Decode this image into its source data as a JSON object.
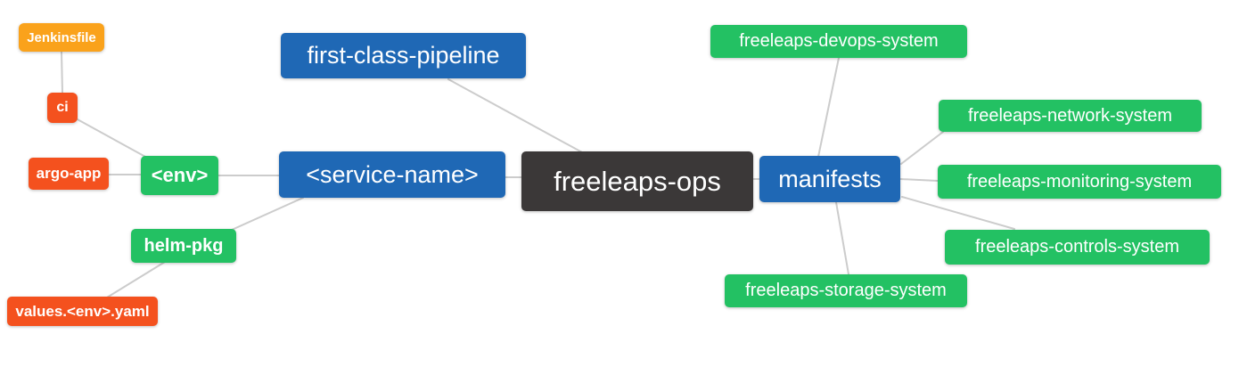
{
  "diagram": {
    "type": "mindmap",
    "root_label": "freeleaps-ops",
    "colors": {
      "root": "#3B3838",
      "branch_blue": "#1F68B5",
      "green": "#23C163",
      "red": "#F4511E",
      "orange": "#FAA21B",
      "edge": "#cccccc",
      "text": "#ffffff",
      "background": "#ffffff"
    },
    "nodes": [
      {
        "id": "jenkinsfile",
        "label": "Jenkinsfile",
        "color": "orange"
      },
      {
        "id": "ci",
        "label": "ci",
        "color": "red"
      },
      {
        "id": "argo-app",
        "label": "argo-app",
        "color": "red"
      },
      {
        "id": "env",
        "label": "<env>",
        "color": "green"
      },
      {
        "id": "helm-pkg",
        "label": "helm-pkg",
        "color": "green"
      },
      {
        "id": "values-env-yaml",
        "label": "values.<env>.yaml",
        "color": "red"
      },
      {
        "id": "first-class-pipeline",
        "label": "first-class-pipeline",
        "color": "blue"
      },
      {
        "id": "service-name",
        "label": "<service-name>",
        "color": "blue"
      },
      {
        "id": "freeleaps-ops",
        "label": "freeleaps-ops",
        "color": "dark"
      },
      {
        "id": "manifests",
        "label": "manifests",
        "color": "blue"
      },
      {
        "id": "devops-system",
        "label": "freeleaps-devops-system",
        "color": "green"
      },
      {
        "id": "network-system",
        "label": "freeleaps-network-system",
        "color": "green"
      },
      {
        "id": "monitoring-system",
        "label": "freeleaps-monitoring-system",
        "color": "green"
      },
      {
        "id": "controls-system",
        "label": "freeleaps-controls-system",
        "color": "green"
      },
      {
        "id": "storage-system",
        "label": "freeleaps-storage-system",
        "color": "green"
      }
    ],
    "edges": [
      [
        "jenkinsfile",
        "ci"
      ],
      [
        "ci",
        "env"
      ],
      [
        "argo-app",
        "env"
      ],
      [
        "env",
        "service-name"
      ],
      [
        "service-name",
        "helm-pkg"
      ],
      [
        "helm-pkg",
        "values-env-yaml"
      ],
      [
        "first-class-pipeline",
        "freeleaps-ops"
      ],
      [
        "service-name",
        "freeleaps-ops"
      ],
      [
        "freeleaps-ops",
        "manifests"
      ],
      [
        "manifests",
        "devops-system"
      ],
      [
        "manifests",
        "network-system"
      ],
      [
        "manifests",
        "monitoring-system"
      ],
      [
        "manifests",
        "controls-system"
      ],
      [
        "manifests",
        "storage-system"
      ]
    ]
  }
}
